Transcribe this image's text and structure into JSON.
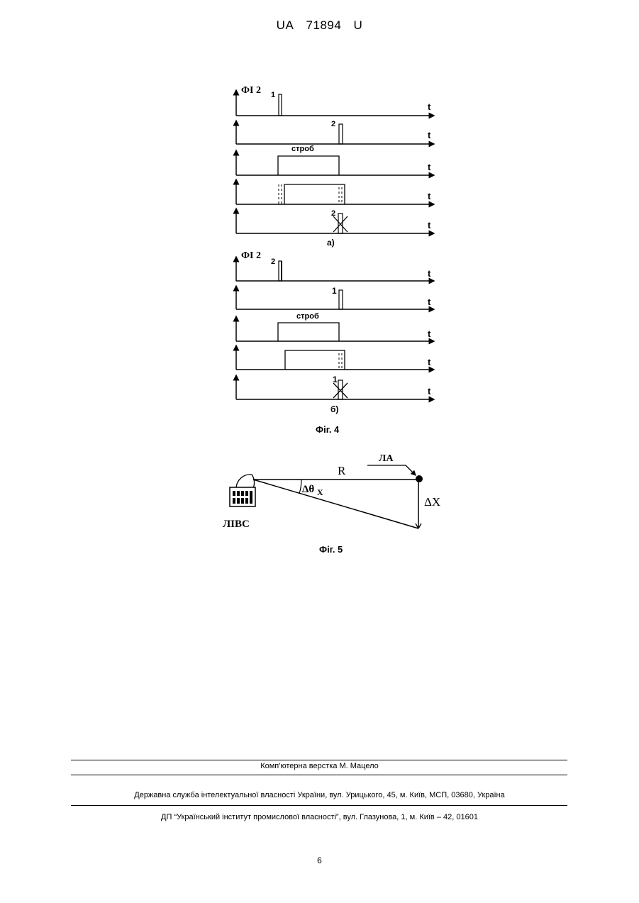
{
  "header": {
    "prefix": "UA",
    "number": "71894",
    "suffix": "U"
  },
  "fig4": {
    "signal_label": "ФІ 2",
    "axis_label": "t",
    "strobe_label": "строб",
    "panel_a": {
      "caption": "а)",
      "pulse_first": "1",
      "pulse_second": "2",
      "pulse_crossed": "2"
    },
    "panel_b": {
      "caption": "б)",
      "pulse_first": "2",
      "pulse_second": "1",
      "pulse_crossed": "1"
    },
    "caption": "Фіг. 4"
  },
  "fig5": {
    "range_label": "R",
    "aircraft_label": "ЛА",
    "angle_label": "Δθ",
    "angle_subscript": "X",
    "offset_label": "ΔX",
    "station_label": "ЛІВС",
    "caption": "Фіг. 5"
  },
  "footer": {
    "layout_credit": "Комп'ютерна верстка М. Мацело",
    "office": "Державна служба інтелектуальної власності України, вул. Урицького, 45, м. Київ, МСП, 03680, Україна",
    "institute": "ДП “Український інститут промислової власності”, вул. Глазунова, 1, м. Київ – 42, 01601"
  },
  "page_number": "6"
}
